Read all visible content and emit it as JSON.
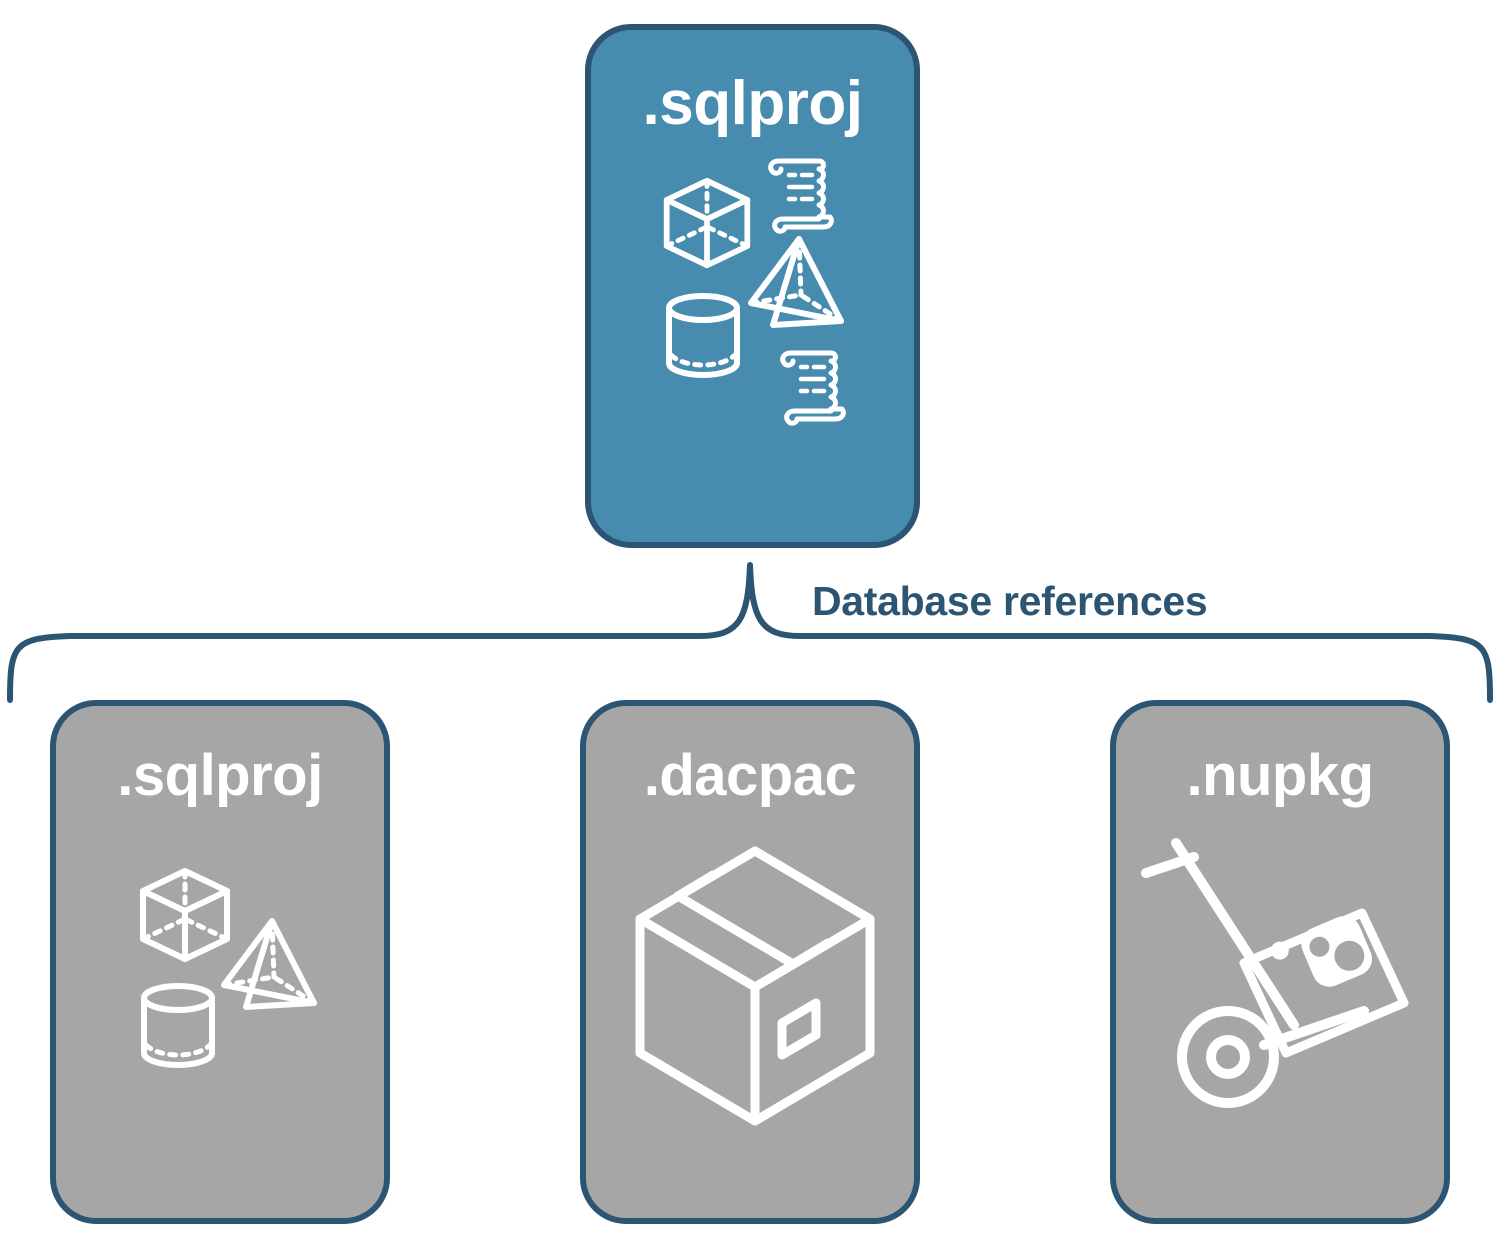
{
  "diagram": {
    "type": "hierarchy-brace",
    "title_card": {
      "label": ".sqlproj",
      "fill": "#478baf",
      "border": "#2b5572",
      "icons": [
        "cube-icon",
        "scroll-icon",
        "pyramid-icon",
        "cylinder-icon",
        "scroll-icon"
      ]
    },
    "connector": {
      "label": "Database references",
      "color": "#2b5572",
      "style": "curly-brace"
    },
    "reference_cards": [
      {
        "label": ".sqlproj",
        "fill": "#a6a6a6",
        "border": "#2b5572",
        "icons": [
          "cube-icon",
          "pyramid-icon",
          "cylinder-icon"
        ]
      },
      {
        "label": ".dacpac",
        "fill": "#a6a6a6",
        "border": "#2b5572",
        "icons": [
          "package-box-icon"
        ]
      },
      {
        "label": ".nupkg",
        "fill": "#a6a6a6",
        "border": "#2b5572",
        "icons": [
          "hand-truck-nuget-icon"
        ]
      }
    ],
    "colors": {
      "accent_blue": "#478baf",
      "border_navy": "#2b5572",
      "neutral_gray": "#a6a6a6",
      "icon_white": "#ffffff",
      "background": "#ffffff"
    }
  }
}
